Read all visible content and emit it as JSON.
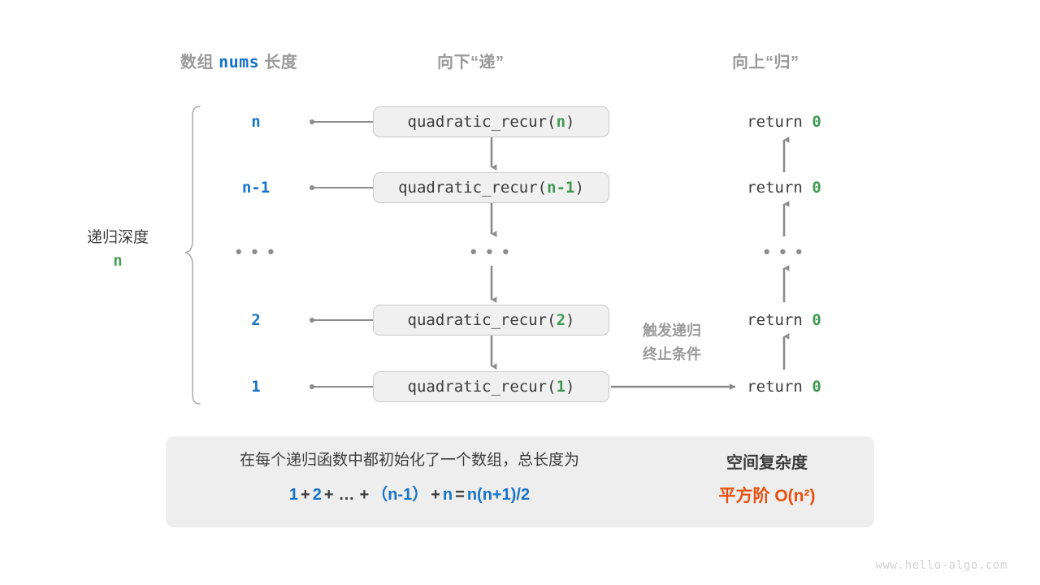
{
  "headers": {
    "left": {
      "prefix": "数组",
      "code": "nums",
      "suffix": "长度"
    },
    "middle": "向下“递”",
    "right": "向上“归”"
  },
  "depth": {
    "title": "递归深度",
    "value": "n"
  },
  "rows": [
    {
      "length": "n",
      "call_prefix": "quadratic_recur(",
      "arg": "n",
      "call_suffix": ")",
      "return_text": "return",
      "return_value": "0"
    },
    {
      "length": "n-1",
      "call_prefix": "quadratic_recur(",
      "arg": "n-1",
      "call_suffix": ")",
      "return_text": "return",
      "return_value": "0"
    },
    {
      "length": "...",
      "call_prefix": "...",
      "arg": "",
      "call_suffix": "",
      "return_text": "...",
      "return_value": ""
    },
    {
      "length": "2",
      "call_prefix": "quadratic_recur(",
      "arg": "2",
      "call_suffix": ")",
      "return_text": "return",
      "return_value": "0"
    },
    {
      "length": "1",
      "call_prefix": "quadratic_recur(",
      "arg": "1",
      "call_suffix": ")",
      "return_text": "return",
      "return_value": "0"
    }
  ],
  "note": {
    "line1": "触发递归",
    "line2": "终止条件"
  },
  "summary": {
    "description": "在每个递归函数中都初始化了一个数组，总长度为",
    "formula": {
      "t1": "1",
      "op1": "+",
      "t2": "2",
      "op2": "+",
      "t3": "…",
      "op3": "+",
      "t4": "（n-1）",
      "op4": "+",
      "t5": "n",
      "eq": "=",
      "t6": "n(n+1)/2"
    },
    "complexity_title": "空间复杂度",
    "complexity_value": "平方阶 O(n²)",
    "arrow_color": "#c9c9c9"
  },
  "watermark": "www.hello-algo.com",
  "colors": {
    "blue": "#1773c8",
    "green": "#3f9a52",
    "orange": "#e8500f",
    "gray_text": "#9a9a9a",
    "dark_text": "#3c3c3c",
    "box_fill": "#f0f0f0",
    "box_border": "#c8c8c8",
    "panel_fill": "#eeeeee",
    "line": "#8c8c8c"
  }
}
